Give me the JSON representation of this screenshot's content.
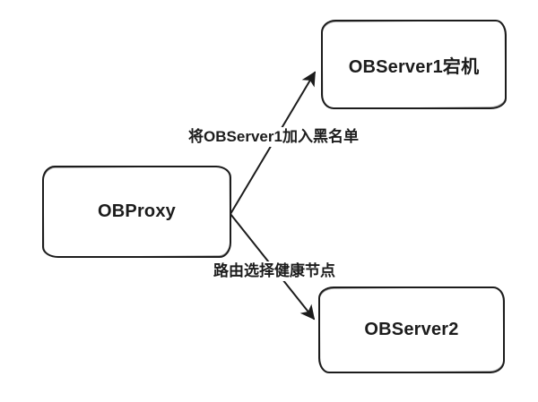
{
  "diagram": {
    "type": "flow-diagram",
    "colors": {
      "stroke": "#1c1c1c",
      "background": "#ffffff"
    },
    "nodes": [
      {
        "id": "obproxy",
        "label": "OBProxy"
      },
      {
        "id": "observer1",
        "label": "OBServer1宕机"
      },
      {
        "id": "observer2",
        "label": "OBServer2"
      }
    ],
    "edges": [
      {
        "from": "obproxy",
        "to": "observer1",
        "label": "将OBServer1加入黑名单"
      },
      {
        "from": "obproxy",
        "to": "observer2",
        "label": "路由选择健康节点"
      }
    ]
  }
}
